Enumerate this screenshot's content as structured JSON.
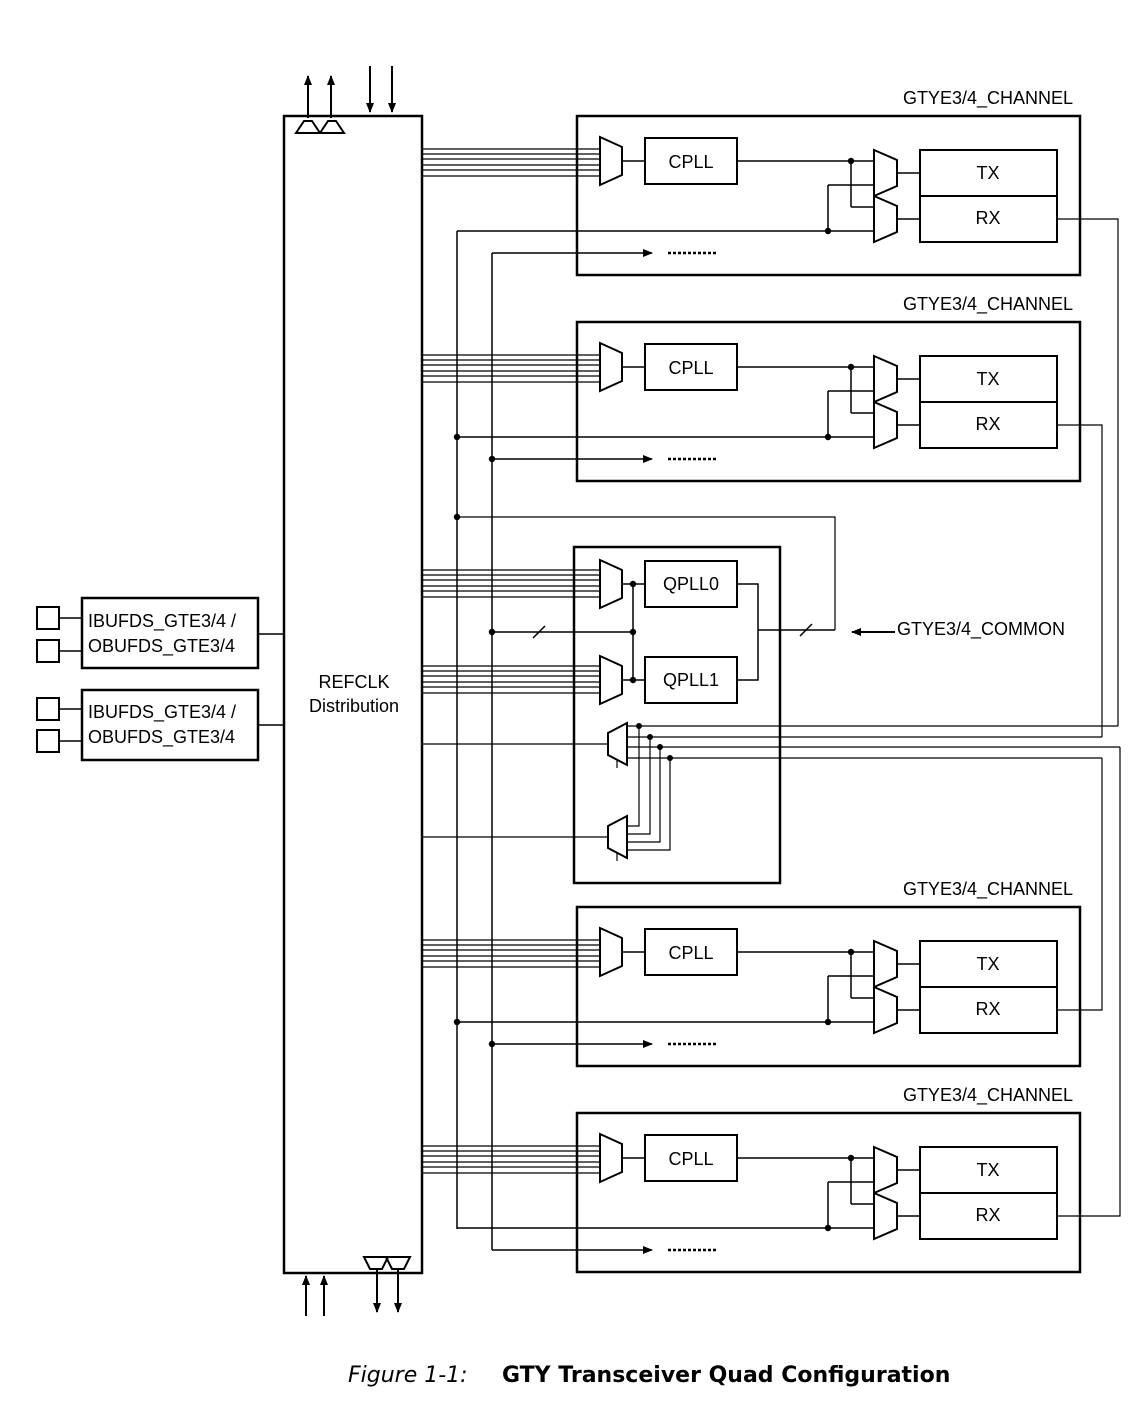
{
  "diagram": {
    "refclk": {
      "line1": "REFCLK",
      "line2": "Distribution"
    },
    "buffers": [
      {
        "line1": "IBUFDS_GTE3/4 /",
        "line2": "OBUFDS_GTE3/4"
      },
      {
        "line1": "IBUFDS_GTE3/4 /",
        "line2": "OBUFDS_GTE3/4"
      }
    ],
    "channels": [
      {
        "title": "GTYE3/4_CHANNEL",
        "pll": "CPLL",
        "tx": "TX",
        "rx": "RX"
      },
      {
        "title": "GTYE3/4_CHANNEL",
        "pll": "CPLL",
        "tx": "TX",
        "rx": "RX"
      },
      {
        "title": "GTYE3/4_CHANNEL",
        "pll": "CPLL",
        "tx": "TX",
        "rx": "RX"
      },
      {
        "title": "GTYE3/4_CHANNEL",
        "pll": "CPLL",
        "tx": "TX",
        "rx": "RX"
      }
    ],
    "common": {
      "label": "GTYE3/4_COMMON",
      "qpll0": "QPLL0",
      "qpll1": "QPLL1"
    }
  },
  "caption": {
    "number": "Figure 1-1:",
    "title": "GTY Transceiver Quad Configuration"
  }
}
